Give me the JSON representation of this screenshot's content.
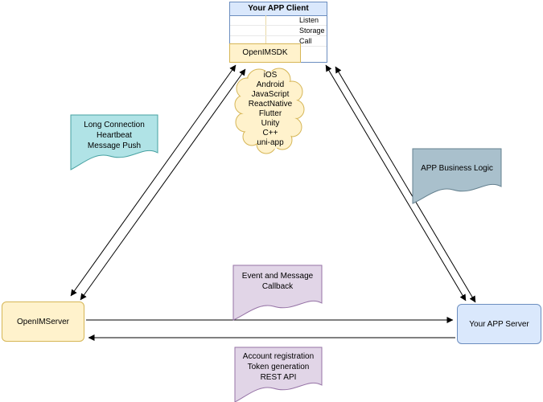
{
  "client": {
    "title": "Your APP Client",
    "rows": [
      "Listen",
      "Storage",
      "Call"
    ],
    "sdk_label": "OpenIMSDK"
  },
  "cloud": {
    "platforms": "iOS\nAndroid\nJavaScript\nReactNative\nFlutter\nUnity\nC++\nuni-app"
  },
  "notes": {
    "long_connection": "Long Connection\nHeartbeat\nMessage Push",
    "business_logic": "APP Business Logic",
    "event_callback": "Event and Message\nCallback",
    "rest_api": "Account registration\nToken generation\nREST API"
  },
  "nodes": {
    "openim_server": "OpenIMServer",
    "app_server": "Your APP Server"
  },
  "colors": {
    "client_header_fill": "#dae8fc",
    "client_border": "#6c8ebf",
    "yellow_fill": "#fff2cc",
    "yellow_stroke": "#d6b656",
    "teal_fill": "#b0e3e6",
    "teal_stroke": "#46a1a1",
    "gray_fill": "#a9c0cc",
    "gray_stroke": "#64808f",
    "purple_fill": "#e1d5e7",
    "purple_stroke": "#9673a6",
    "blue_fill": "#dae8fc",
    "blue_stroke": "#6c8ebf",
    "arrow": "#000000"
  }
}
